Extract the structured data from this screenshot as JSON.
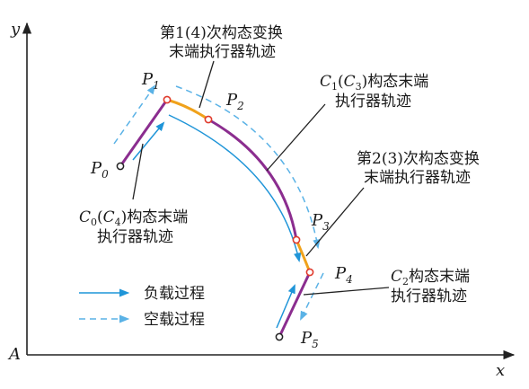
{
  "axes": {
    "origin": "A",
    "x": "x",
    "y": "y"
  },
  "points": {
    "p0": {
      "base": "P",
      "sub": "0"
    },
    "p1": {
      "base": "P",
      "sub": "1"
    },
    "p2": {
      "base": "P",
      "sub": "2"
    },
    "p3": {
      "base": "P",
      "sub": "3"
    },
    "p4": {
      "base": "P",
      "sub": "4"
    },
    "p5": {
      "base": "P",
      "sub": "5"
    }
  },
  "labels": {
    "transform14": {
      "line1": "第1(4)次构态变换",
      "line2": "末端执行器轨迹"
    },
    "c1": {
      "c": "C",
      "s1": "1",
      "open": "(",
      "c2": "C",
      "s3": "3",
      "close": ")",
      "text": "构态末端",
      "line2": "执行器轨迹"
    },
    "transform23": {
      "line1": "第2(3)次构态变换",
      "line2": "末端执行器轨迹"
    },
    "c0": {
      "c": "C",
      "s0": "0",
      "open": "(",
      "c2": "C",
      "s4": "4",
      "close": ")",
      "text": "构态末端",
      "line2": "执行器轨迹"
    },
    "c2": {
      "c": "C",
      "s2": "2",
      "text": "构态末端",
      "line2": "执行器轨迹"
    }
  },
  "legend": {
    "loaded": "负载过程",
    "empty": "空载过程"
  },
  "colors": {
    "purple": "#8b2d8f",
    "orange": "#f0a21b",
    "blue": "#1f95d8",
    "dashed_blue": "#5ab2e6",
    "axis": "#222222",
    "marker_red": "#e03a2c"
  }
}
